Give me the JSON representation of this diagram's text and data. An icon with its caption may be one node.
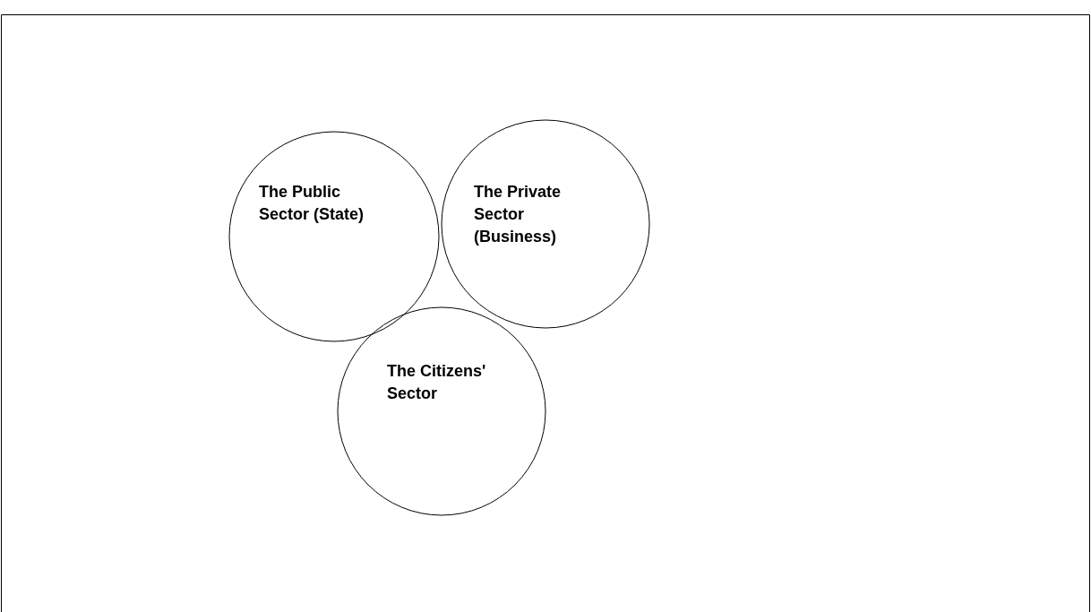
{
  "diagram": {
    "nodes": [
      {
        "text": [
          "The Public Sector (State)"
        ]
      },
      {
        "text": [
          "The Private Sector (Business)"
        ]
      },
      {
        "text": [
          "The Citizens' Sector"
        ]
      }
    ]
  }
}
